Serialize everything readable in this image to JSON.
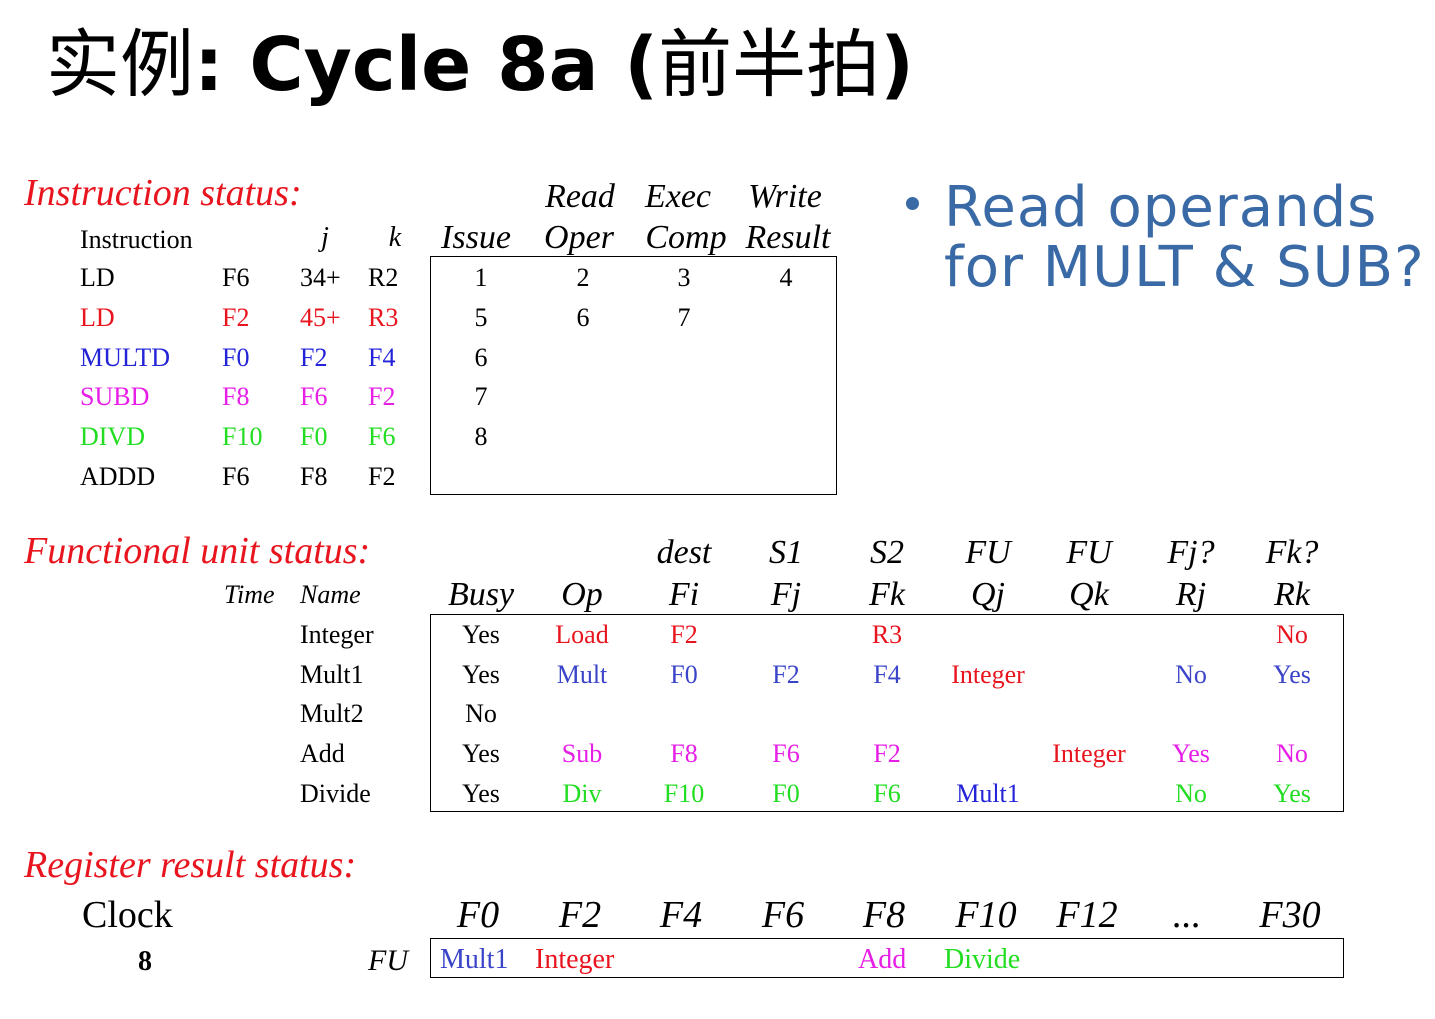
{
  "title": {
    "prefix": "实例",
    "main": ": Cycle 8a (",
    "suffix": "前半拍",
    "close": ")"
  },
  "bullet": {
    "line1": "Read operands",
    "line2": "for MULT & SUB?"
  },
  "instruction_status": {
    "label": "Instruction status:",
    "headers_top": [
      "Read",
      "Exec",
      "Write"
    ],
    "headers": [
      "Instruction",
      "j",
      "k",
      "Issue",
      "Oper",
      "Comp",
      "Result"
    ],
    "rows": [
      {
        "op": "LD",
        "dest": "F6",
        "j": "34+",
        "k": "R2",
        "issue": "1",
        "read": "2",
        "exec": "3",
        "write": "4",
        "color": "#000000"
      },
      {
        "op": "LD",
        "dest": "F2",
        "j": "45+",
        "k": "R3",
        "issue": "5",
        "read": "6",
        "exec": "7",
        "write": "",
        "color": "#e8141e"
      },
      {
        "op": "MULTD",
        "dest": "F0",
        "j": "F2",
        "k": "F4",
        "issue": "6",
        "read": "",
        "exec": "",
        "write": "",
        "color": "#2323d8"
      },
      {
        "op": "SUBD",
        "dest": "F8",
        "j": "F6",
        "k": "F2",
        "issue": "7",
        "read": "",
        "exec": "",
        "write": "",
        "color": "#e61ee6"
      },
      {
        "op": "DIVD",
        "dest": "F10",
        "j": "F0",
        "k": "F6",
        "issue": "8",
        "read": "",
        "exec": "",
        "write": "",
        "color": "#22dd22"
      },
      {
        "op": "ADDD",
        "dest": "F6",
        "j": "F8",
        "k": "F2",
        "issue": "",
        "read": "",
        "exec": "",
        "write": "",
        "color": "#000000"
      }
    ]
  },
  "functional_unit_status": {
    "label": "Functional unit status:",
    "headers_top": [
      "dest",
      "S1",
      "S2",
      "FU",
      "FU",
      "Fj?",
      "Fk?"
    ],
    "headers": [
      "Time",
      "Name",
      "Busy",
      "Op",
      "Fi",
      "Fj",
      "Fk",
      "Qj",
      "Qk",
      "Rj",
      "Rk"
    ],
    "rows": [
      {
        "name": "Integer",
        "busy": "Yes",
        "op": "Load",
        "fi": "F2",
        "fj": "",
        "fk": "R3",
        "qj": "",
        "qk": "",
        "rj": "",
        "rk": "No",
        "colors": {
          "op": "#e8141e",
          "fi": "#e8141e",
          "fj": "#e8141e",
          "fk": "#e8141e",
          "qj": "#e8141e",
          "qk": "#e8141e",
          "rj": "#e8141e",
          "rk": "#e8141e"
        }
      },
      {
        "name": "Mult1",
        "busy": "Yes",
        "op": "Mult",
        "fi": "F0",
        "fj": "F2",
        "fk": "F4",
        "qj": "Integer",
        "qk": "",
        "rj": "No",
        "rk": "Yes",
        "colors": {
          "op": "#3a44c8",
          "fi": "#3a44c8",
          "fj": "#3a44c8",
          "fk": "#3a44c8",
          "qj": "#e8141e",
          "qk": "#3a44c8",
          "rj": "#3a44c8",
          "rk": "#3a44c8"
        }
      },
      {
        "name": "Mult2",
        "busy": "No",
        "op": "",
        "fi": "",
        "fj": "",
        "fk": "",
        "qj": "",
        "qk": "",
        "rj": "",
        "rk": "",
        "colors": {
          "op": "#000000",
          "fi": "#000000",
          "fj": "#000000",
          "fk": "#000000",
          "qj": "#000000",
          "qk": "#000000",
          "rj": "#000000",
          "rk": "#000000"
        }
      },
      {
        "name": "Add",
        "busy": "Yes",
        "op": "Sub",
        "fi": "F8",
        "fj": "F6",
        "fk": "F2",
        "qj": "",
        "qk": "Integer",
        "rj": "Yes",
        "rk": "No",
        "colors": {
          "op": "#e61ee6",
          "fi": "#e61ee6",
          "fj": "#e61ee6",
          "fk": "#e61ee6",
          "qj": "#e61ee6",
          "qk": "#e8141e",
          "rj": "#e61ee6",
          "rk": "#e61ee6"
        }
      },
      {
        "name": "Divide",
        "busy": "Yes",
        "op": "Div",
        "fi": "F10",
        "fj": "F0",
        "fk": "F6",
        "qj": "Mult1",
        "qk": "",
        "rj": "No",
        "rk": "Yes",
        "colors": {
          "op": "#22dd22",
          "fi": "#22dd22",
          "fj": "#22dd22",
          "fk": "#22dd22",
          "qj": "#2323d8",
          "qk": "#22dd22",
          "rj": "#22dd22",
          "rk": "#22dd22"
        }
      }
    ]
  },
  "register_result_status": {
    "label": "Register result status:",
    "clock_label": "Clock",
    "clock_value": "8",
    "fu_label": "FU",
    "registers": [
      "F0",
      "F2",
      "F4",
      "F6",
      "F8",
      "F10",
      "F12",
      "...",
      "F30"
    ],
    "values": [
      {
        "text": "Mult1",
        "color": "#3a44c8"
      },
      {
        "text": "Integer",
        "color": "#e8141e"
      },
      {
        "text": "",
        "color": "#000000"
      },
      {
        "text": "",
        "color": "#000000"
      },
      {
        "text": "Add",
        "color": "#e61ee6"
      },
      {
        "text": "Divide",
        "color": "#22dd22"
      },
      {
        "text": "",
        "color": "#000000"
      },
      {
        "text": "",
        "color": "#000000"
      },
      {
        "text": "",
        "color": "#000000"
      }
    ]
  }
}
